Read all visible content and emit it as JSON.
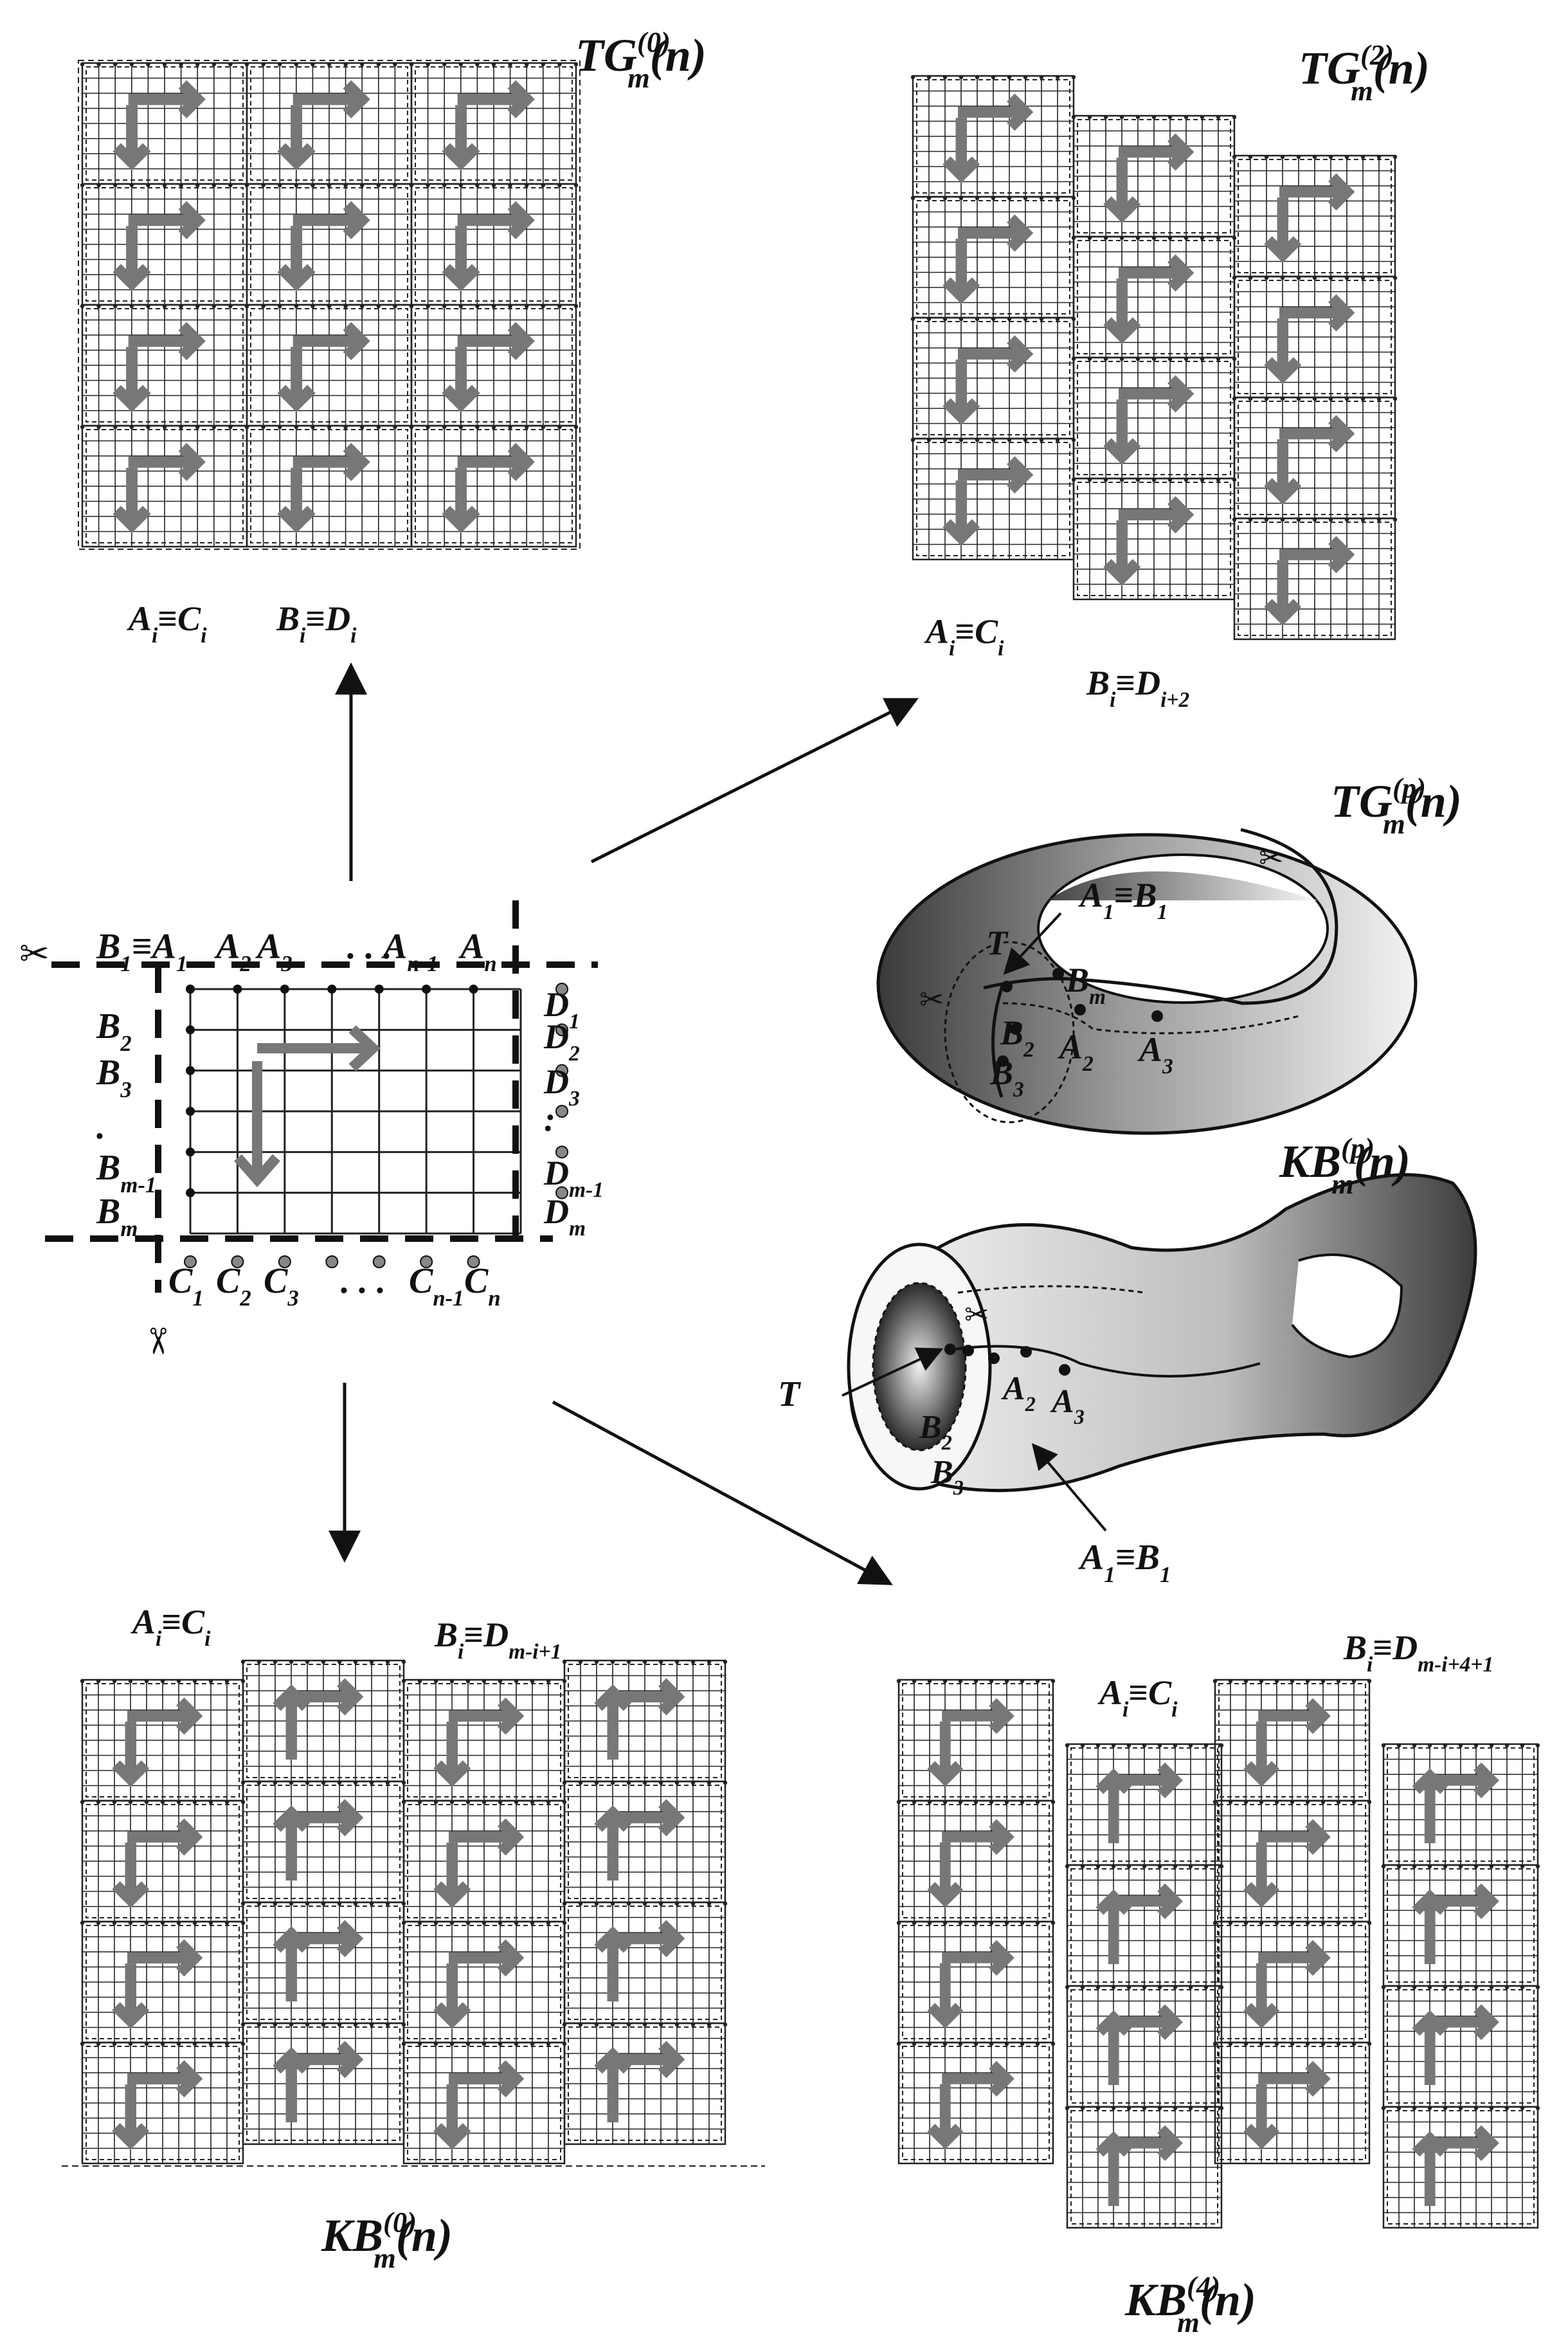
{
  "title_tg0": {
    "base": "TG",
    "sup": "(0)",
    "sub": "m",
    "tail": "(n)"
  },
  "title_tg2": {
    "base": "TG",
    "sup": "(2)",
    "sub": "m",
    "tail": "(n)"
  },
  "title_tgp": {
    "base": "TG",
    "sup": "(p)",
    "sub": "m",
    "tail": "(n)"
  },
  "title_kbp": {
    "base": "KB",
    "sup": "(p)",
    "sub": "m",
    "tail": "(n)"
  },
  "title_kb0": {
    "base": "KB",
    "sup": "(0)",
    "sub": "m",
    "tail": "(n)"
  },
  "title_kb4": {
    "base": "KB",
    "sup": "(4)",
    "sub": "m",
    "tail": "(n)"
  },
  "tg0_captions": {
    "left": {
      "a": "A",
      "a_sub": "i",
      "eq": "≡",
      "b": "C",
      "b_sub": "i"
    },
    "right": {
      "a": "B",
      "a_sub": "i",
      "eq": "≡",
      "b": "D",
      "b_sub": "i"
    }
  },
  "tg2_captions": {
    "left": {
      "a": "A",
      "a_sub": "i",
      "eq": "≡",
      "b": "C",
      "b_sub": "i"
    },
    "right": {
      "a": "B",
      "a_sub": "i",
      "eq": "≡",
      "b": "D",
      "b_sub": "i+2"
    }
  },
  "kb0_captions": {
    "left": {
      "a": "A",
      "a_sub": "i",
      "eq": "≡",
      "b": "C",
      "b_sub": "i"
    },
    "right": {
      "a": "B",
      "a_sub": "i",
      "eq": "≡",
      "b": "D",
      "b_sub": "m-i+1"
    }
  },
  "kb4_captions": {
    "left": {
      "a": "A",
      "a_sub": "i",
      "eq": "≡",
      "b": "C",
      "b_sub": "i"
    },
    "right": {
      "a": "B",
      "a_sub": "i",
      "eq": "≡",
      "b": "D",
      "b_sub": "m-i+4+1"
    }
  },
  "base_grid": {
    "top_labels": [
      {
        "a": "B",
        "a_sub": "1",
        "eq": "≡",
        "b": "A",
        "b_sub": "1"
      },
      {
        "a": "A",
        "a_sub": "2"
      },
      {
        "a": "A",
        "a_sub": "3"
      },
      {
        "a": ". . .",
        "a_sub": ""
      },
      {
        "a": "A",
        "a_sub": "n-1"
      },
      {
        "a": "A",
        "a_sub": "n"
      }
    ],
    "left_labels": [
      {
        "a": "B",
        "a_sub": "2"
      },
      {
        "a": "B",
        "a_sub": "3"
      },
      {
        "a": ".",
        "a_sub": ""
      },
      {
        "a": "B",
        "a_sub": "m-1"
      },
      {
        "a": "B",
        "a_sub": "m"
      }
    ],
    "right_labels": [
      {
        "a": "D",
        "a_sub": "1"
      },
      {
        "a": "D",
        "a_sub": "2"
      },
      {
        "a": "D",
        "a_sub": "3"
      },
      {
        "a": ":",
        "a_sub": ""
      },
      {
        "a": "D",
        "a_sub": "m-1"
      },
      {
        "a": "D",
        "a_sub": "m"
      }
    ],
    "bottom_labels": [
      {
        "a": "C",
        "a_sub": "1"
      },
      {
        "a": "C",
        "a_sub": "2"
      },
      {
        "a": "C",
        "a_sub": "3"
      },
      {
        "a": ". . .",
        "a_sub": ""
      },
      {
        "a": "C",
        "a_sub": "n-1"
      },
      {
        "a": "C",
        "a_sub": "n"
      }
    ]
  },
  "torus_labels": {
    "top": {
      "a": "A",
      "a_sub": "1",
      "eq": "≡",
      "b": "B",
      "b_sub": "1"
    },
    "T": "T",
    "Bm": {
      "a": "B",
      "a_sub": "m"
    },
    "B2": {
      "a": "B",
      "a_sub": "2"
    },
    "A2": {
      "a": "A",
      "a_sub": "2"
    },
    "B3": {
      "a": "B",
      "a_sub": "3"
    },
    "A3": {
      "a": "A",
      "a_sub": "3"
    }
  },
  "klein_labels": {
    "T": "T",
    "A2": {
      "a": "A",
      "a_sub": "2"
    },
    "A3": {
      "a": "A",
      "a_sub": "3"
    },
    "B2": {
      "a": "B",
      "a_sub": "2"
    },
    "B3": {
      "a": "B",
      "a_sub": "3"
    },
    "bottom": {
      "a": "A",
      "a_sub": "1",
      "eq": "≡",
      "b": "B",
      "b_sub": "1"
    }
  },
  "colors": {
    "ink": "#111111",
    "grid": "#222222",
    "arrow": "#777777",
    "shade_dark": "#4a4a4a",
    "shade_light": "#e8e8e8"
  }
}
